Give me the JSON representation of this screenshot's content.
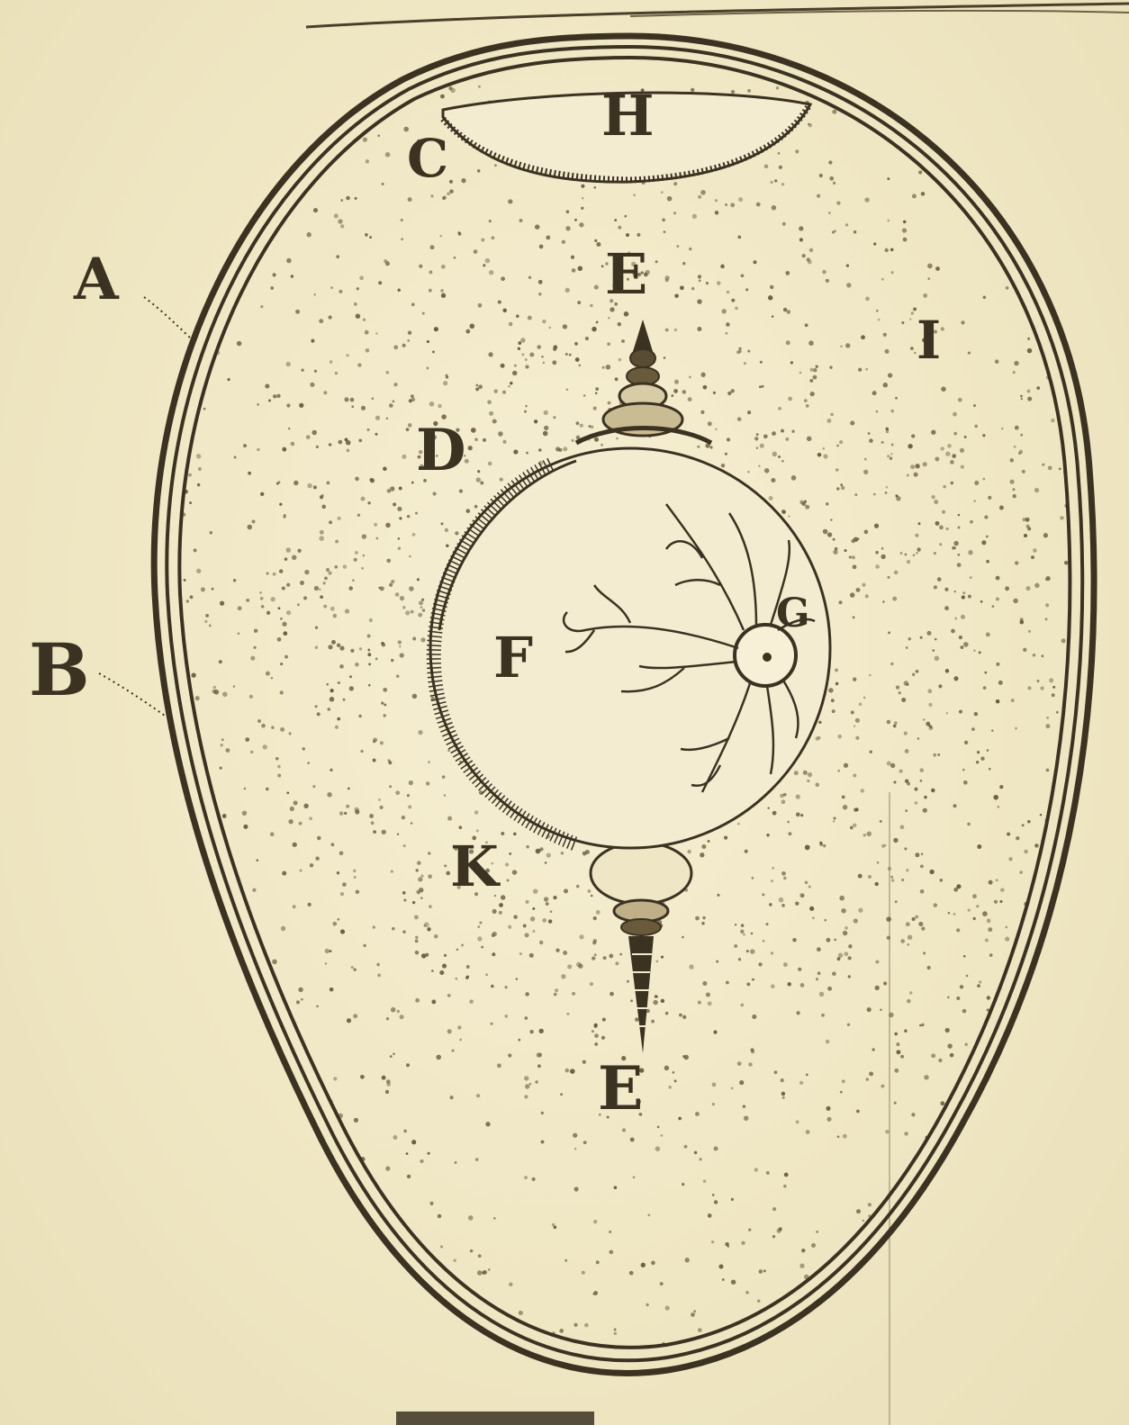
{
  "diagram": {
    "labels": {
      "a": "A",
      "b": "B",
      "c": "C",
      "d": "D",
      "e_top": "E",
      "e_bottom": "E",
      "f": "F",
      "g": "G",
      "h": "H",
      "i": "I",
      "k": "K"
    },
    "colors": {
      "paper": "#f1e9c8",
      "ink": "#3b3222",
      "stipple": "#6b5c3e"
    }
  }
}
